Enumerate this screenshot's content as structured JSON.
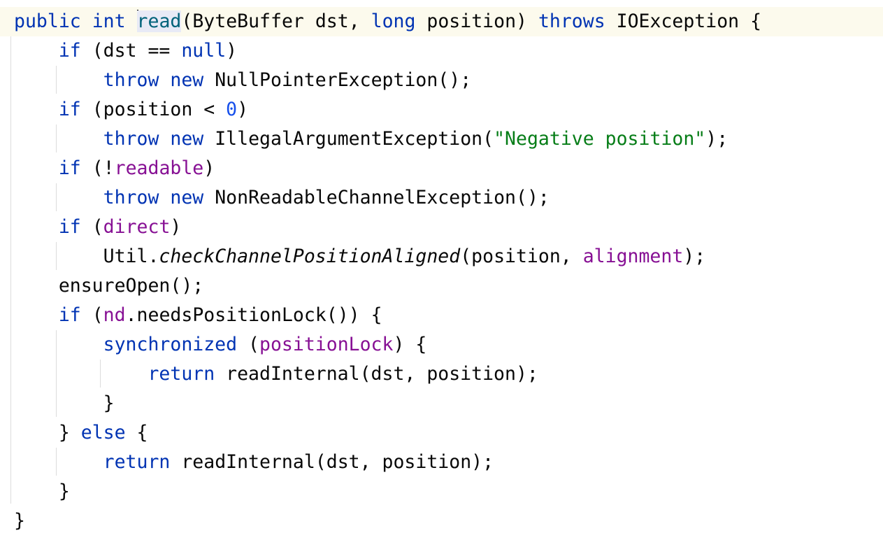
{
  "editor": {
    "lines": [
      {
        "tokens": [
          {
            "t": "public",
            "c": "kw"
          },
          {
            "t": " "
          },
          {
            "t": "int",
            "c": "kw"
          },
          {
            "t": " "
          },
          {
            "t": "read",
            "c": "hl-read"
          },
          {
            "t": "(ByteBuffer dst, "
          },
          {
            "t": "long",
            "c": "kw"
          },
          {
            "t": " position) "
          },
          {
            "t": "throws",
            "c": "kw"
          },
          {
            "t": " IOException {"
          }
        ]
      },
      {
        "tokens": [
          {
            "t": "    "
          },
          {
            "t": "if",
            "c": "kw"
          },
          {
            "t": " (dst == "
          },
          {
            "t": "null",
            "c": "kw"
          },
          {
            "t": ")"
          }
        ]
      },
      {
        "tokens": [
          {
            "t": "        "
          },
          {
            "t": "throw",
            "c": "kw"
          },
          {
            "t": " "
          },
          {
            "t": "new",
            "c": "kw"
          },
          {
            "t": " NullPointerException();"
          }
        ]
      },
      {
        "tokens": [
          {
            "t": "    "
          },
          {
            "t": "if",
            "c": "kw"
          },
          {
            "t": " (position < "
          },
          {
            "t": "0",
            "c": "num"
          },
          {
            "t": ")"
          }
        ]
      },
      {
        "tokens": [
          {
            "t": "        "
          },
          {
            "t": "throw",
            "c": "kw"
          },
          {
            "t": " "
          },
          {
            "t": "new",
            "c": "kw"
          },
          {
            "t": " IllegalArgumentException("
          },
          {
            "t": "\"Negative position\"",
            "c": "str"
          },
          {
            "t": ");"
          }
        ]
      },
      {
        "tokens": [
          {
            "t": "    "
          },
          {
            "t": "if",
            "c": "kw"
          },
          {
            "t": " (!"
          },
          {
            "t": "readable",
            "c": "fld"
          },
          {
            "t": ")"
          }
        ]
      },
      {
        "tokens": [
          {
            "t": "        "
          },
          {
            "t": "throw",
            "c": "kw"
          },
          {
            "t": " "
          },
          {
            "t": "new",
            "c": "kw"
          },
          {
            "t": " NonReadableChannelException();"
          }
        ]
      },
      {
        "tokens": [
          {
            "t": "    "
          },
          {
            "t": "if",
            "c": "kw"
          },
          {
            "t": " ("
          },
          {
            "t": "direct",
            "c": "fld"
          },
          {
            "t": ")"
          }
        ]
      },
      {
        "tokens": [
          {
            "t": "        Util."
          },
          {
            "t": "checkChannelPositionAligned",
            "c": "it"
          },
          {
            "t": "(position, "
          },
          {
            "t": "alignment",
            "c": "fld"
          },
          {
            "t": ");"
          }
        ]
      },
      {
        "tokens": [
          {
            "t": "    ensureOpen();"
          }
        ]
      },
      {
        "tokens": [
          {
            "t": "    "
          },
          {
            "t": "if",
            "c": "kw"
          },
          {
            "t": " ("
          },
          {
            "t": "nd",
            "c": "fld"
          },
          {
            "t": ".needsPositionLock()) {"
          }
        ]
      },
      {
        "tokens": [
          {
            "t": "        "
          },
          {
            "t": "synchronized",
            "c": "kw"
          },
          {
            "t": " ("
          },
          {
            "t": "positionLock",
            "c": "fld"
          },
          {
            "t": ") {"
          }
        ]
      },
      {
        "tokens": [
          {
            "t": "            "
          },
          {
            "t": "return",
            "c": "kw"
          },
          {
            "t": " readInternal(dst, position);"
          }
        ]
      },
      {
        "tokens": [
          {
            "t": "        }"
          }
        ]
      },
      {
        "tokens": [
          {
            "t": "    } "
          },
          {
            "t": "else",
            "c": "kw"
          },
          {
            "t": " {"
          }
        ]
      },
      {
        "tokens": [
          {
            "t": "        "
          },
          {
            "t": "return",
            "c": "kw"
          },
          {
            "t": " readInternal(dst, position);"
          }
        ]
      },
      {
        "tokens": [
          {
            "t": "    }"
          }
        ]
      },
      {
        "tokens": [
          {
            "t": "}"
          }
        ]
      }
    ],
    "colors": {
      "keyword": "#0033b3",
      "number": "#1750eb",
      "string": "#067d17",
      "field": "#871094",
      "text": "#080808",
      "current_line": "#fcfaed"
    }
  }
}
